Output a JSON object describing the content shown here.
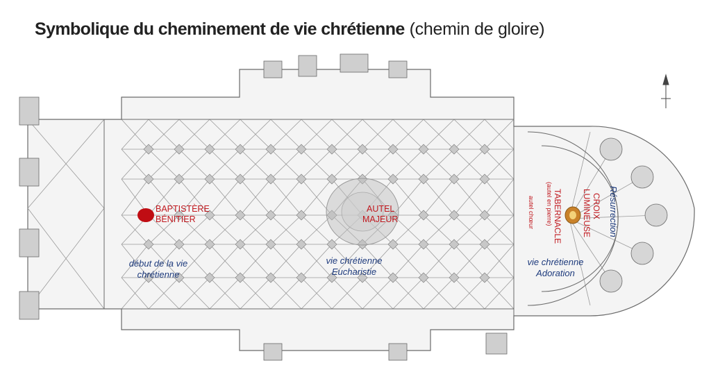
{
  "title": {
    "main": "Symbolique du cheminement de vie chrétienne",
    "sub": "(chemin de gloire)"
  },
  "labels": {
    "baptistere": "BAPTISTÈRE",
    "benitier": "BÉNITIER",
    "autel": "AUTEL",
    "majeur": "MAJEUR",
    "debut_l1": "début de la vie",
    "debut_l2": "chrétienne",
    "euch_l1": "vie chrétienne",
    "euch_l2": "Eucharistie",
    "ador_l1": "vie chrétienne",
    "ador_l2": "Adoration",
    "autel_choeur": "autel chœur",
    "autel_pierre": "(autel en pierre)",
    "tabernacle": "TABERNACLE",
    "croix": "CROIX",
    "lumineuse": "LUMINEUSE",
    "resurrection": "Résurrection"
  },
  "colors": {
    "red_label": "#c0181e",
    "blue_label": "#1d3a7c",
    "baptistere_dot": "#c00d13",
    "croix_dot": "#c9822a",
    "pillar": "#c8c8c8",
    "outline": "#6a6a6a",
    "vault_line": "#9a9a9a"
  }
}
